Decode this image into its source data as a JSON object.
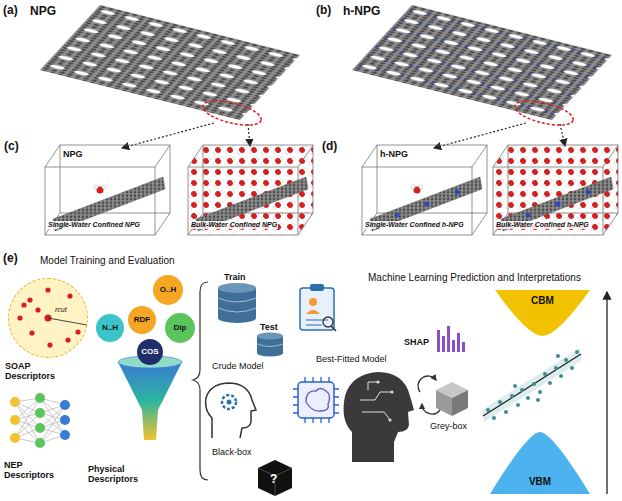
{
  "diagram": {
    "nodes": [
      {
        "text": [
          "NPG",
          "Single-Water Confined NPG"
        ]
      },
      {
        "text": [
          "Bulk-Water Confined NPG"
        ]
      },
      {
        "text": [
          "h-NPG",
          "Single-Water Confined h-NPG"
        ]
      },
      {
        "text": [
          "Bulk-Water Confined h-NPG"
        ]
      },
      {
        "text": [
          "rcut",
          "SOAP Descriptors"
        ]
      },
      {
        "text": [
          "O..H"
        ]
      },
      {
        "text": [
          "N..H"
        ]
      },
      {
        "text": [
          "RDF"
        ]
      },
      {
        "text": [
          "Dip"
        ]
      },
      {
        "text": [
          "COS"
        ]
      },
      {
        "text": [
          "CBM"
        ]
      },
      {
        "text": [
          "VBM"
        ]
      }
    ],
    "labels": [
      "(a)",
      "NPG",
      "(b)",
      "h-NPG",
      "(c)",
      "(d)",
      "(e)",
      "Model Training and Evaluation",
      "NEP Descriptors",
      "Physical Descriptors",
      "Train",
      "Test",
      "Crude Model",
      "Black-box",
      "?",
      "Machine Learning Prediction and Interpretations",
      "SHAP",
      "Best-Fitted Model",
      "Grey-box"
    ]
  }
}
